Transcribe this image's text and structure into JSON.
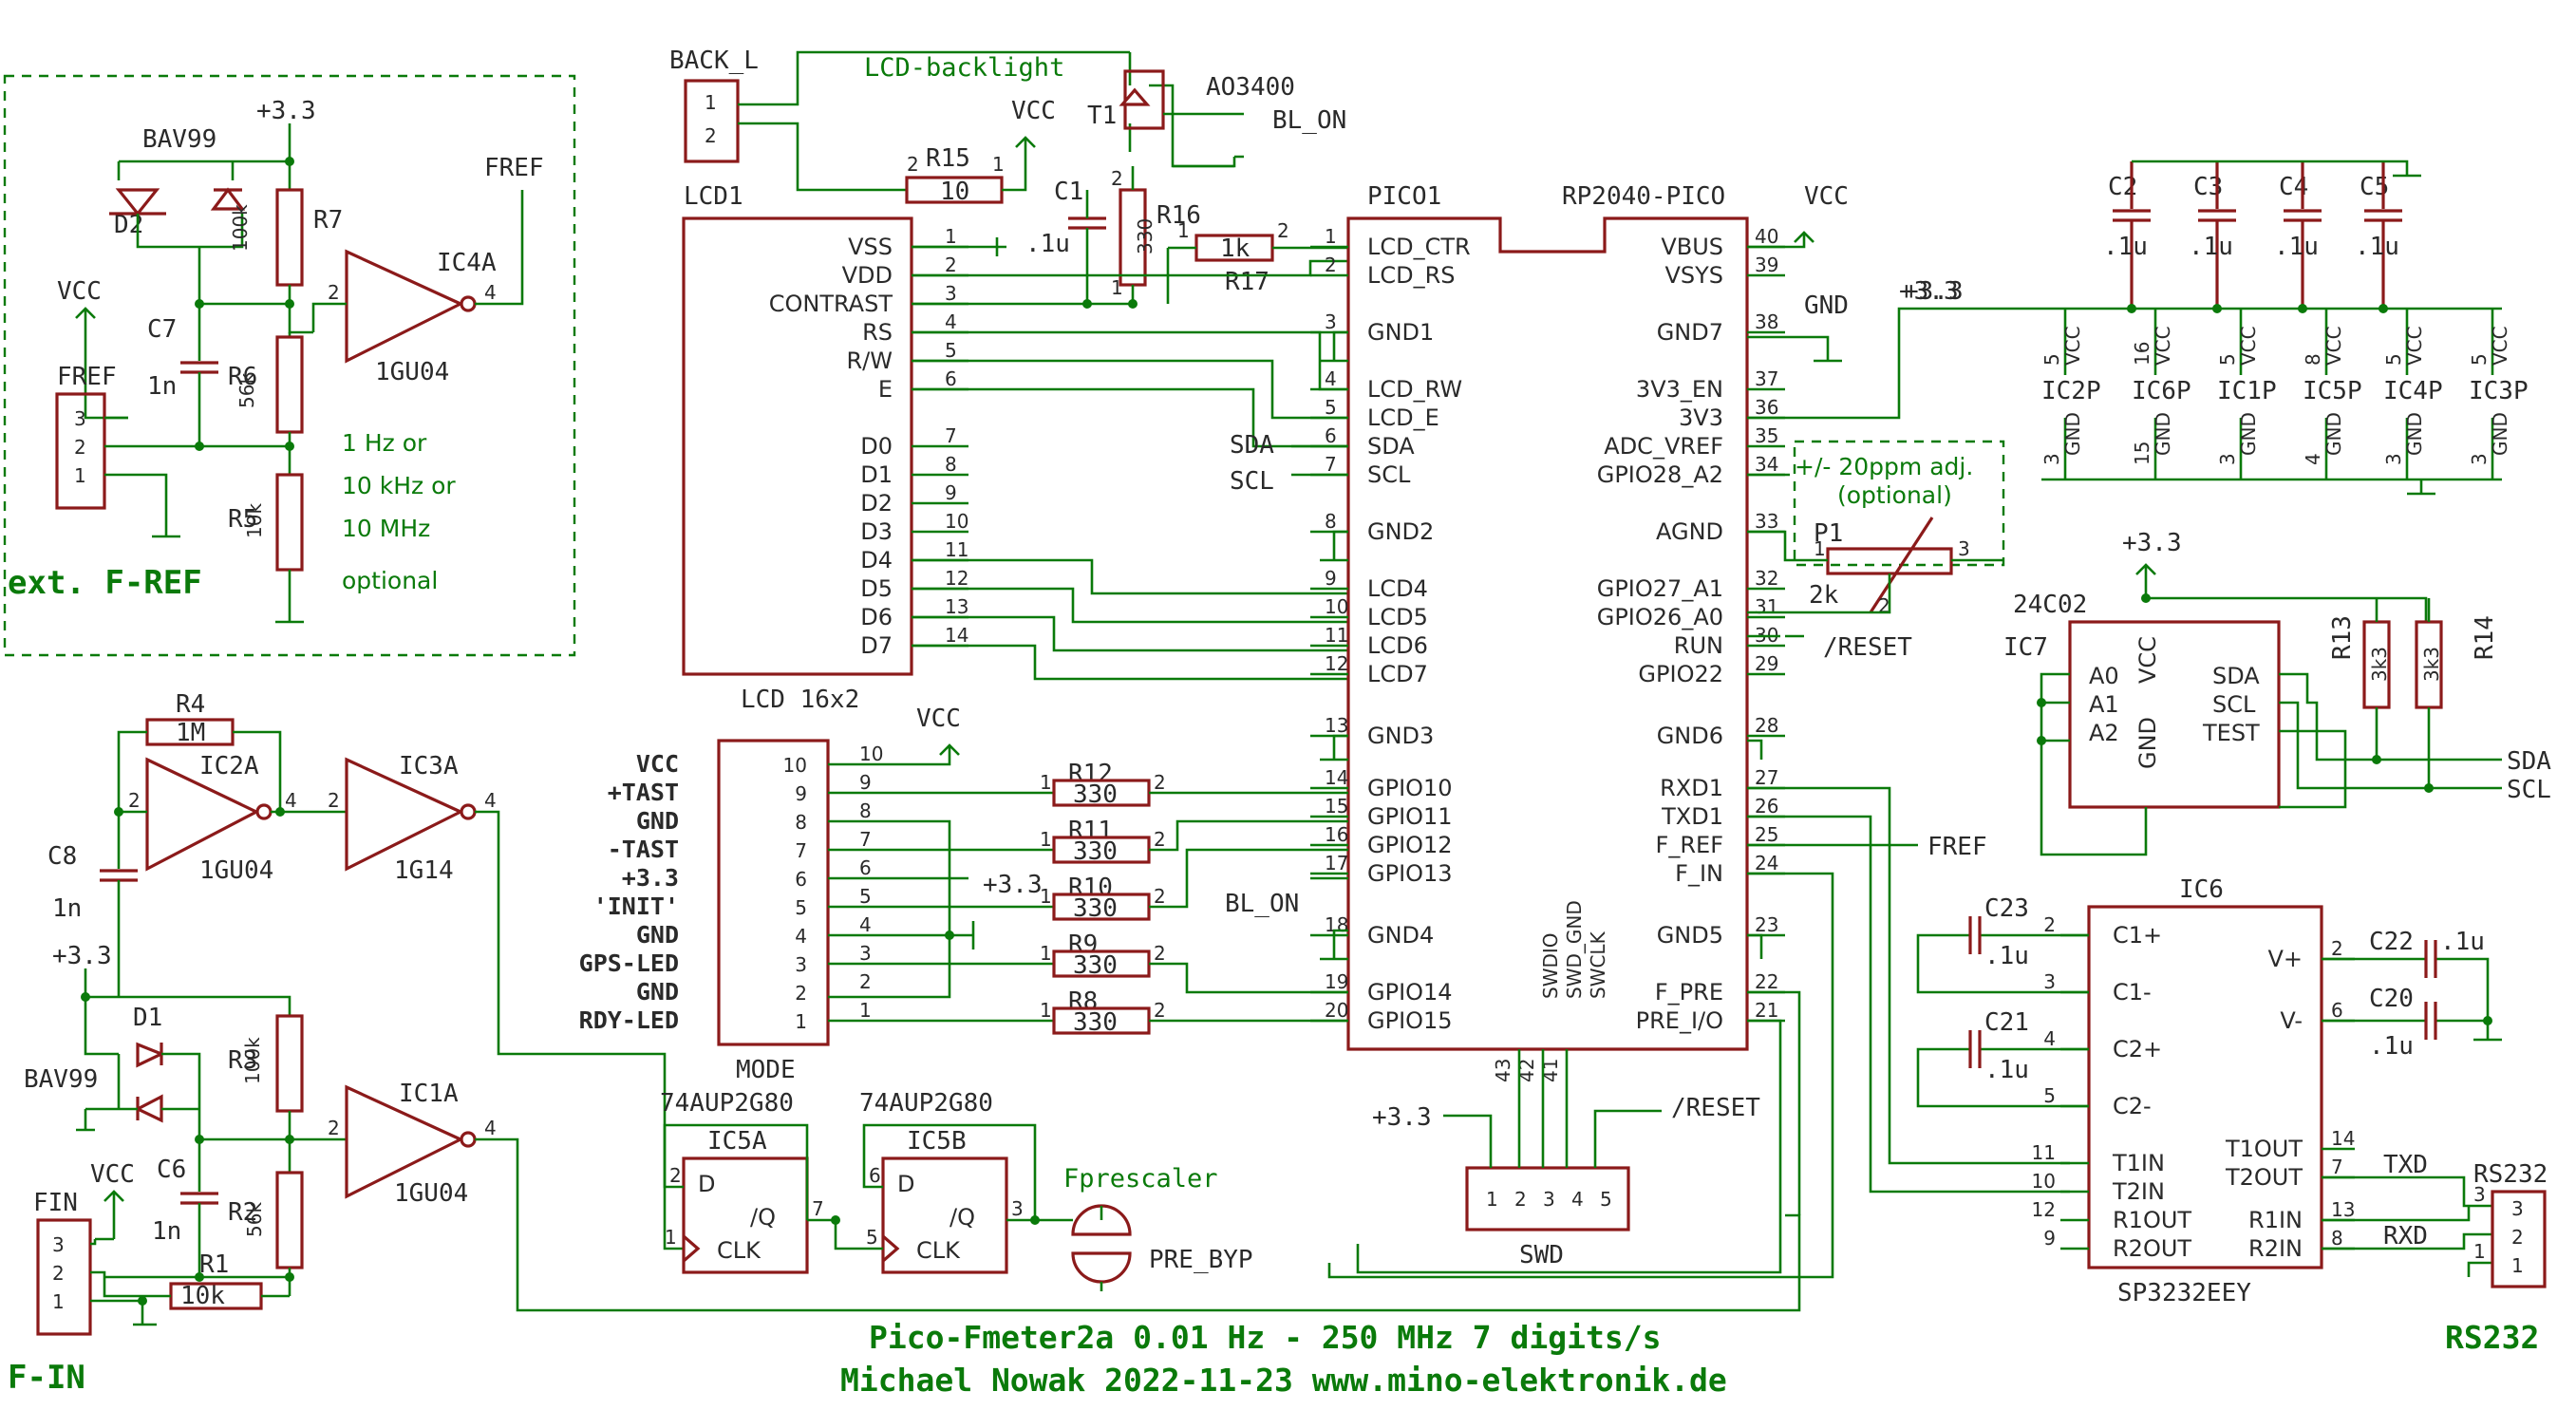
{
  "title": {
    "line1": "Pico-Fmeter2a  0.01 Hz - 250 MHz  7 digits/s",
    "line2": "Michael Nowak  2022-11-23  www.mino-elektronik.de"
  },
  "fref_block": {
    "heading": "ext. F-REF",
    "options": [
      "1 Hz    or",
      "10 kHz or",
      "10 MHz",
      "optional"
    ],
    "supply": "+3.3",
    "vcc": "VCC",
    "conn_label": "FREF",
    "out_label": "FREF",
    "diode": {
      "ref": "D2",
      "value": "BAV99"
    },
    "c7": {
      "ref": "C7",
      "value": "1n"
    },
    "r7": {
      "ref": "R7",
      "value": "100k"
    },
    "r6": {
      "ref": "R6",
      "value": "56k"
    },
    "r5": {
      "ref": "R5",
      "value": "10k"
    },
    "gate": {
      "ref": "IC4A",
      "value": "1GU04"
    }
  },
  "fin_block": {
    "heading": "F-IN",
    "supply": "+3.3",
    "vcc": "VCC",
    "conn_label": "FIN",
    "r4": {
      "ref": "R4",
      "value": "1M"
    },
    "c8": {
      "ref": "C8",
      "value": "1n"
    },
    "ic2a": {
      "ref": "IC2A",
      "value": "1GU04"
    },
    "ic3a": {
      "ref": "IC3A",
      "value": "1G14"
    },
    "d1": {
      "ref": "D1",
      "value": "BAV99"
    },
    "c6": {
      "ref": "C6",
      "value": "1n"
    },
    "r3": {
      "ref": "R3",
      "value": "100k"
    },
    "r2": {
      "ref": "R2",
      "value": "56k"
    },
    "r1": {
      "ref": "R1",
      "value": "10k"
    },
    "ic1a": {
      "ref": "IC1A",
      "value": "1GU04"
    }
  },
  "lcd": {
    "ref": "LCD1",
    "name": "LCD 16x2",
    "pins": [
      "VSS",
      "VDD",
      "CONTRAST",
      "RS",
      "R/W",
      "E",
      "D0",
      "D1",
      "D2",
      "D3",
      "D4",
      "D5",
      "D6",
      "D7"
    ],
    "backlight_conn": "BACK_L",
    "backlight_label": "LCD-backlight",
    "vcc": "VCC",
    "r15": {
      "ref": "R15",
      "value": "10"
    },
    "c1": {
      "ref": "C1",
      "value": ".1u"
    },
    "r16": {
      "ref": "R16",
      "value": "330"
    },
    "r17": {
      "ref": "R17",
      "value": "1k"
    },
    "t1": {
      "ref": "T1",
      "value": "AO3400"
    },
    "bl_on": "BL_ON"
  },
  "pico": {
    "ref": "PICO1",
    "name": "RP2040-PICO",
    "left_pins": [
      {
        "n": "1",
        "name": "LCD_CTR"
      },
      {
        "n": "2",
        "name": "LCD_RS"
      },
      {
        "n": "3",
        "name": "GND1"
      },
      {
        "n": "4",
        "name": "LCD_RW"
      },
      {
        "n": "5",
        "name": "LCD_E"
      },
      {
        "n": "6",
        "name": "SDA"
      },
      {
        "n": "7",
        "name": "SCL"
      },
      {
        "n": "8",
        "name": "GND2"
      },
      {
        "n": "9",
        "name": "LCD4"
      },
      {
        "n": "10",
        "name": "LCD5"
      },
      {
        "n": "11",
        "name": "LCD6"
      },
      {
        "n": "12",
        "name": "LCD7"
      },
      {
        "n": "13",
        "name": "GND3"
      },
      {
        "n": "14",
        "name": "GPIO10"
      },
      {
        "n": "15",
        "name": "GPIO11"
      },
      {
        "n": "16",
        "name": "GPIO12"
      },
      {
        "n": "17",
        "name": "GPIO13"
      },
      {
        "n": "18",
        "name": "GND4"
      },
      {
        "n": "19",
        "name": "GPIO14"
      },
      {
        "n": "20",
        "name": "GPIO15"
      }
    ],
    "right_pins": [
      {
        "n": "40",
        "name": "VBUS"
      },
      {
        "n": "39",
        "name": "VSYS"
      },
      {
        "n": "38",
        "name": "GND7"
      },
      {
        "n": "37",
        "name": "3V3_EN"
      },
      {
        "n": "36",
        "name": "3V3"
      },
      {
        "n": "35",
        "name": "ADC_VREF"
      },
      {
        "n": "34",
        "name": "GPIO28_A2"
      },
      {
        "n": "33",
        "name": "AGND"
      },
      {
        "n": "32",
        "name": "GPIO27_A1"
      },
      {
        "n": "31",
        "name": "GPIO26_A0"
      },
      {
        "n": "30",
        "name": "RUN"
      },
      {
        "n": "29",
        "name": "GPIO22"
      },
      {
        "n": "28",
        "name": "GND6"
      },
      {
        "n": "27",
        "name": "RXD1"
      },
      {
        "n": "26",
        "name": "TXD1"
      },
      {
        "n": "25",
        "name": "F_REF"
      },
      {
        "n": "24",
        "name": "F_IN"
      },
      {
        "n": "23",
        "name": "GND5"
      },
      {
        "n": "22",
        "name": "F_PRE"
      },
      {
        "n": "21",
        "name": "PRE_I/O"
      }
    ],
    "bottom_pins": [
      {
        "n": "43",
        "name": "SWDIO"
      },
      {
        "n": "42",
        "name": "SWD_GND"
      },
      {
        "n": "41",
        "name": "SWCLK"
      }
    ],
    "net_sda": "SDA",
    "net_scl": "SCL",
    "net_vcc": "VCC",
    "net_gnd": "GND",
    "net_33": "+3.3",
    "net_reset": "/RESET",
    "net_fref": "FREF",
    "net_blon": "BL_ON"
  },
  "trim": {
    "note1": "+/- 20ppm adj.",
    "note2": "(optional)",
    "ref": "P1",
    "value": "2k"
  },
  "mode": {
    "ref": "MODE",
    "vcc": "VCC",
    "supply": "+3.3",
    "labels": [
      "VCC",
      "+TAST",
      "GND",
      "-TAST",
      "+3.3",
      "'INIT'",
      "GND",
      "GPS-LED",
      "GND",
      "RDY-LED"
    ],
    "resistors": [
      {
        "ref": "R12",
        "value": "330"
      },
      {
        "ref": "R11",
        "value": "330"
      },
      {
        "ref": "R10",
        "value": "330"
      },
      {
        "ref": "R9",
        "value": "330"
      },
      {
        "ref": "R8",
        "value": "330"
      }
    ],
    "bl_on": "BL_ON"
  },
  "prescaler": {
    "ic5a": {
      "ref": "IC5A",
      "value": "74AUP2G80"
    },
    "ic5b": {
      "ref": "IC5B",
      "value": "74AUP2G80"
    },
    "d": "D",
    "q": "/Q",
    "clk": "CLK",
    "label": "Fprescaler",
    "jumper": "PRE_BYP"
  },
  "swd": {
    "ref": "SWD",
    "supply": "+3.3",
    "reset": "/RESET"
  },
  "decoupling": {
    "caps": [
      {
        "ref": "C2",
        "value": ".1u"
      },
      {
        "ref": "C3",
        "value": ".1u"
      },
      {
        "ref": "C4",
        "value": ".1u"
      },
      {
        "ref": "C5",
        "value": ".1u"
      }
    ],
    "supply": "+3.3",
    "ics": [
      "IC2P",
      "IC6P",
      "IC1P",
      "IC5P",
      "IC4P",
      "IC3P"
    ],
    "vcc_pins": [
      "5",
      "16",
      "5",
      "8",
      "5",
      "5"
    ],
    "gnd_pins": [
      "3",
      "15",
      "3",
      "4",
      "3",
      "3"
    ]
  },
  "eeprom": {
    "ref": "IC7",
    "name": "24C02",
    "supply": "+3.3",
    "pins_left": [
      "A0",
      "A1",
      "A2"
    ],
    "vcc": "VCC",
    "gnd": "GND",
    "pins_right": [
      "SDA",
      "SCL",
      "TEST"
    ],
    "r13": {
      "ref": "R13",
      "value": "3k3"
    },
    "r14": {
      "ref": "R14",
      "value": "3k3"
    },
    "net_sda": "SDA",
    "net_scl": "SCL"
  },
  "rs232": {
    "ref": "IC6",
    "name": "SP3232EEY",
    "left": [
      "C1+",
      "C1-",
      "C2+",
      "C2-",
      "T1IN",
      "T2IN",
      "R1OUT",
      "R2OUT"
    ],
    "right": [
      "V+",
      "V-",
      "T1OUT",
      "T2OUT",
      "R1IN",
      "R2IN"
    ],
    "c23": {
      "ref": "C23",
      "value": ".1u"
    },
    "c21": {
      "ref": "C21",
      "value": ".1u"
    },
    "c22": {
      "ref": "C22",
      "value": ".1u"
    },
    "c20": {
      "ref": "C20",
      "value": ".1u"
    },
    "txd": "TXD",
    "rxd": "RXD",
    "conn": "RS232",
    "heading": "RS232"
  }
}
